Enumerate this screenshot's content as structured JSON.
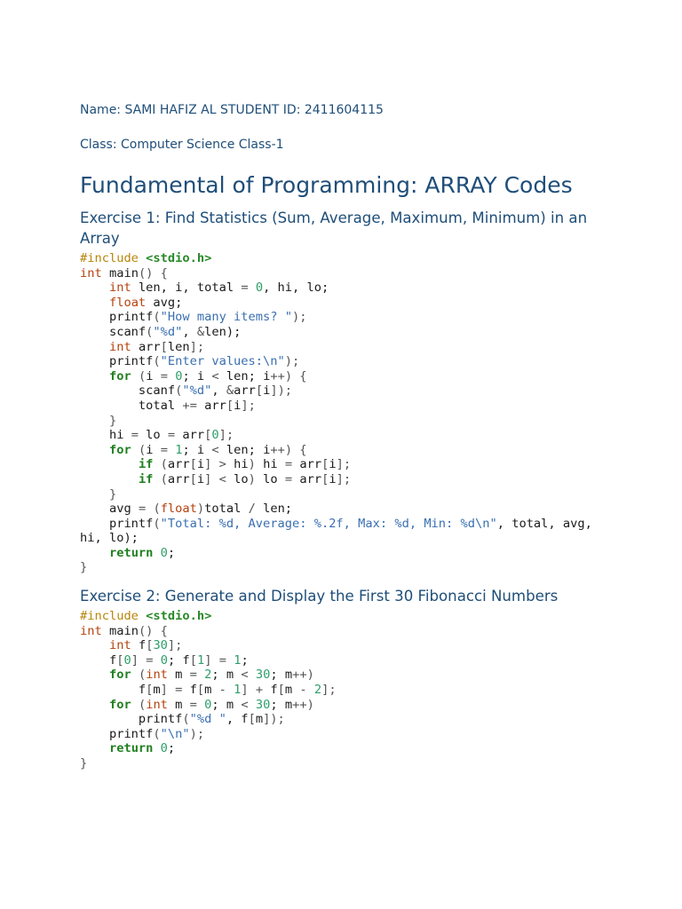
{
  "header": {
    "name_line": "Name: SAMI HAFIZ AL STUDENT ID: 2411604115",
    "class_line": "Class: Computer Science Class-1"
  },
  "title": "Fundamental of Programming: ARRAY Codes",
  "exercises": [
    {
      "heading": "Exercise 1: Find Statistics (Sum, Average, Maximum, Minimum) in an Array",
      "code": [
        [
          [
            "pp",
            "#include "
          ],
          [
            "inc",
            "<stdio.h>"
          ]
        ],
        [
          [
            "ty",
            "int"
          ],
          [
            "id",
            " main"
          ],
          [
            "op",
            "() {"
          ]
        ],
        [
          [
            "id",
            "    "
          ],
          [
            "ty",
            "int"
          ],
          [
            "id",
            " len, i, total "
          ],
          [
            "op",
            "="
          ],
          [
            "id",
            " "
          ],
          [
            "num",
            "0"
          ],
          [
            "id",
            ", hi, lo;"
          ]
        ],
        [
          [
            "id",
            "    "
          ],
          [
            "ty",
            "float"
          ],
          [
            "id",
            " avg;"
          ]
        ],
        [
          [
            "id",
            "    printf"
          ],
          [
            "op",
            "("
          ],
          [
            "str",
            "\"How many items? \""
          ],
          [
            "op",
            ");"
          ]
        ],
        [
          [
            "id",
            "    scanf"
          ],
          [
            "op",
            "("
          ],
          [
            "str",
            "\"%d\""
          ],
          [
            "id",
            ", "
          ],
          [
            "op",
            "&"
          ],
          [
            "id",
            "len);"
          ]
        ],
        [
          [
            "id",
            "    "
          ],
          [
            "ty",
            "int"
          ],
          [
            "id",
            " arr"
          ],
          [
            "op",
            "["
          ],
          [
            "id",
            "len"
          ],
          [
            "op",
            "];"
          ]
        ],
        [
          [
            "id",
            "    printf"
          ],
          [
            "op",
            "("
          ],
          [
            "str",
            "\"Enter values:\\n\""
          ],
          [
            "op",
            ");"
          ]
        ],
        [
          [
            "id",
            "    "
          ],
          [
            "kw",
            "for"
          ],
          [
            "id",
            " "
          ],
          [
            "op",
            "("
          ],
          [
            "id",
            "i "
          ],
          [
            "op",
            "="
          ],
          [
            "id",
            " "
          ],
          [
            "num",
            "0"
          ],
          [
            "id",
            "; i "
          ],
          [
            "op",
            "<"
          ],
          [
            "id",
            " len; i"
          ],
          [
            "op",
            "++) {"
          ]
        ],
        [
          [
            "id",
            "        scanf"
          ],
          [
            "op",
            "("
          ],
          [
            "str",
            "\"%d\""
          ],
          [
            "id",
            ", "
          ],
          [
            "op",
            "&"
          ],
          [
            "id",
            "arr"
          ],
          [
            "op",
            "["
          ],
          [
            "id",
            "i"
          ],
          [
            "op",
            "]);"
          ]
        ],
        [
          [
            "id",
            "        total "
          ],
          [
            "op",
            "+="
          ],
          [
            "id",
            " arr"
          ],
          [
            "op",
            "["
          ],
          [
            "id",
            "i"
          ],
          [
            "op",
            "];"
          ]
        ],
        [
          [
            "op",
            "    }"
          ]
        ],
        [
          [
            "id",
            "    hi "
          ],
          [
            "op",
            "="
          ],
          [
            "id",
            " lo "
          ],
          [
            "op",
            "="
          ],
          [
            "id",
            " arr"
          ],
          [
            "op",
            "["
          ],
          [
            "num",
            "0"
          ],
          [
            "op",
            "];"
          ]
        ],
        [
          [
            "id",
            "    "
          ],
          [
            "kw",
            "for"
          ],
          [
            "id",
            " "
          ],
          [
            "op",
            "("
          ],
          [
            "id",
            "i "
          ],
          [
            "op",
            "="
          ],
          [
            "id",
            " "
          ],
          [
            "num",
            "1"
          ],
          [
            "id",
            "; i "
          ],
          [
            "op",
            "<"
          ],
          [
            "id",
            " len; i"
          ],
          [
            "op",
            "++) {"
          ]
        ],
        [
          [
            "id",
            "        "
          ],
          [
            "kw",
            "if"
          ],
          [
            "id",
            " "
          ],
          [
            "op",
            "("
          ],
          [
            "id",
            "arr"
          ],
          [
            "op",
            "["
          ],
          [
            "id",
            "i"
          ],
          [
            "op",
            "]"
          ],
          [
            "id",
            " "
          ],
          [
            "op",
            ">"
          ],
          [
            "id",
            " hi"
          ],
          [
            "op",
            ")"
          ],
          [
            "id",
            " hi "
          ],
          [
            "op",
            "="
          ],
          [
            "id",
            " arr"
          ],
          [
            "op",
            "["
          ],
          [
            "id",
            "i"
          ],
          [
            "op",
            "];"
          ]
        ],
        [
          [
            "id",
            "        "
          ],
          [
            "kw",
            "if"
          ],
          [
            "id",
            " "
          ],
          [
            "op",
            "("
          ],
          [
            "id",
            "arr"
          ],
          [
            "op",
            "["
          ],
          [
            "id",
            "i"
          ],
          [
            "op",
            "]"
          ],
          [
            "id",
            " "
          ],
          [
            "op",
            "<"
          ],
          [
            "id",
            " lo"
          ],
          [
            "op",
            ")"
          ],
          [
            "id",
            " lo "
          ],
          [
            "op",
            "="
          ],
          [
            "id",
            " arr"
          ],
          [
            "op",
            "["
          ],
          [
            "id",
            "i"
          ],
          [
            "op",
            "];"
          ]
        ],
        [
          [
            "op",
            "    }"
          ]
        ],
        [
          [
            "id",
            "    avg "
          ],
          [
            "op",
            "="
          ],
          [
            "id",
            " "
          ],
          [
            "op",
            "("
          ],
          [
            "ty",
            "float"
          ],
          [
            "op",
            ")"
          ],
          [
            "id",
            "total "
          ],
          [
            "op",
            "/"
          ],
          [
            "id",
            " len;"
          ]
        ],
        [
          [
            "id",
            "    printf"
          ],
          [
            "op",
            "("
          ],
          [
            "str",
            "\"Total: %d, Average: %.2f, Max: %d, Min: %d\\n\""
          ],
          [
            "id",
            ", total, avg,"
          ]
        ],
        [
          [
            "id",
            "hi, lo);"
          ]
        ],
        [
          [
            "id",
            "    "
          ],
          [
            "kw",
            "return"
          ],
          [
            "id",
            " "
          ],
          [
            "num",
            "0"
          ],
          [
            "id",
            ";"
          ]
        ],
        [
          [
            "op",
            "}"
          ]
        ]
      ]
    },
    {
      "heading": "Exercise 2: Generate and Display the First 30 Fibonacci Numbers",
      "code": [
        [
          [
            "pp",
            "#include "
          ],
          [
            "inc",
            "<stdio.h>"
          ]
        ],
        [
          [
            "ty",
            "int"
          ],
          [
            "id",
            " main"
          ],
          [
            "op",
            "() {"
          ]
        ],
        [
          [
            "id",
            "    "
          ],
          [
            "ty",
            "int"
          ],
          [
            "id",
            " f"
          ],
          [
            "op",
            "["
          ],
          [
            "num",
            "30"
          ],
          [
            "op",
            "];"
          ]
        ],
        [
          [
            "id",
            "    f"
          ],
          [
            "op",
            "["
          ],
          [
            "num",
            "0"
          ],
          [
            "op",
            "]"
          ],
          [
            "id",
            " "
          ],
          [
            "op",
            "="
          ],
          [
            "id",
            " "
          ],
          [
            "num",
            "0"
          ],
          [
            "id",
            "; f"
          ],
          [
            "op",
            "["
          ],
          [
            "num",
            "1"
          ],
          [
            "op",
            "]"
          ],
          [
            "id",
            " "
          ],
          [
            "op",
            "="
          ],
          [
            "id",
            " "
          ],
          [
            "num",
            "1"
          ],
          [
            "id",
            ";"
          ]
        ],
        [
          [
            "id",
            "    "
          ],
          [
            "kw",
            "for"
          ],
          [
            "id",
            " "
          ],
          [
            "op",
            "("
          ],
          [
            "ty",
            "int"
          ],
          [
            "id",
            " m "
          ],
          [
            "op",
            "="
          ],
          [
            "id",
            " "
          ],
          [
            "num",
            "2"
          ],
          [
            "id",
            "; m "
          ],
          [
            "op",
            "<"
          ],
          [
            "id",
            " "
          ],
          [
            "num",
            "30"
          ],
          [
            "id",
            "; m"
          ],
          [
            "op",
            "++)"
          ]
        ],
        [
          [
            "id",
            "        f"
          ],
          [
            "op",
            "["
          ],
          [
            "id",
            "m"
          ],
          [
            "op",
            "]"
          ],
          [
            "id",
            " "
          ],
          [
            "op",
            "="
          ],
          [
            "id",
            " f"
          ],
          [
            "op",
            "["
          ],
          [
            "id",
            "m "
          ],
          [
            "op",
            "-"
          ],
          [
            "id",
            " "
          ],
          [
            "num",
            "1"
          ],
          [
            "op",
            "]"
          ],
          [
            "id",
            " "
          ],
          [
            "op",
            "+"
          ],
          [
            "id",
            " f"
          ],
          [
            "op",
            "["
          ],
          [
            "id",
            "m "
          ],
          [
            "op",
            "-"
          ],
          [
            "id",
            " "
          ],
          [
            "num",
            "2"
          ],
          [
            "op",
            "];"
          ]
        ],
        [
          [
            "id",
            "    "
          ],
          [
            "kw",
            "for"
          ],
          [
            "id",
            " "
          ],
          [
            "op",
            "("
          ],
          [
            "ty",
            "int"
          ],
          [
            "id",
            " m "
          ],
          [
            "op",
            "="
          ],
          [
            "id",
            " "
          ],
          [
            "num",
            "0"
          ],
          [
            "id",
            "; m "
          ],
          [
            "op",
            "<"
          ],
          [
            "id",
            " "
          ],
          [
            "num",
            "30"
          ],
          [
            "id",
            "; m"
          ],
          [
            "op",
            "++)"
          ]
        ],
        [
          [
            "id",
            "        printf"
          ],
          [
            "op",
            "("
          ],
          [
            "str",
            "\"%d \""
          ],
          [
            "id",
            ", f"
          ],
          [
            "op",
            "["
          ],
          [
            "id",
            "m"
          ],
          [
            "op",
            "]);"
          ]
        ],
        [
          [
            "id",
            "    printf"
          ],
          [
            "op",
            "("
          ],
          [
            "str",
            "\"\\n\""
          ],
          [
            "op",
            ");"
          ]
        ],
        [
          [
            "id",
            "    "
          ],
          [
            "kw",
            "return"
          ],
          [
            "id",
            " "
          ],
          [
            "num",
            "0"
          ],
          [
            "id",
            ";"
          ]
        ],
        [
          [
            "op",
            "}"
          ]
        ]
      ]
    }
  ]
}
